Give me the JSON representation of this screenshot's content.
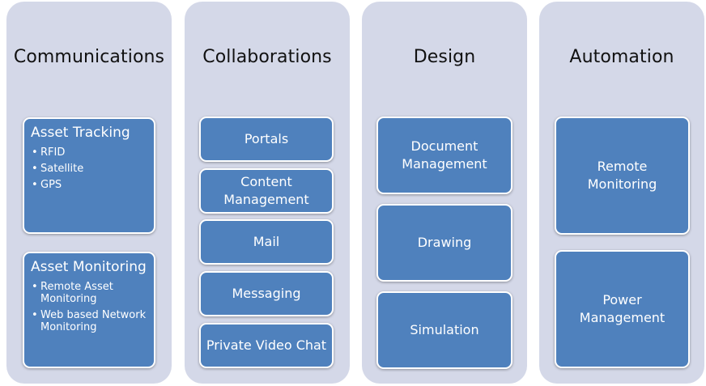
{
  "colors": {
    "column_bg": "#d4d8e8",
    "box_fill": "#4f81bd",
    "box_border": "#ffffff",
    "text_dark": "#111111",
    "text_light": "#ffffff"
  },
  "columns": [
    {
      "title": "Communications",
      "groups": [
        {
          "title": "Asset Tracking",
          "bullets": [
            "RFID",
            "Satellite",
            "GPS"
          ]
        },
        {
          "title": "Asset Monitoring",
          "bullets": [
            "Remote Asset Monitoring",
            "Web based Network Monitoring"
          ]
        }
      ]
    },
    {
      "title": "Collaborations",
      "items": [
        "Portals",
        "Content Management",
        "Mail",
        "Messaging",
        "Private Video Chat"
      ]
    },
    {
      "title": "Design",
      "items": [
        "Document Management",
        "Drawing",
        "Simulation"
      ]
    },
    {
      "title": "Automation",
      "items": [
        "Remote Monitoring",
        "Power Management"
      ]
    }
  ]
}
